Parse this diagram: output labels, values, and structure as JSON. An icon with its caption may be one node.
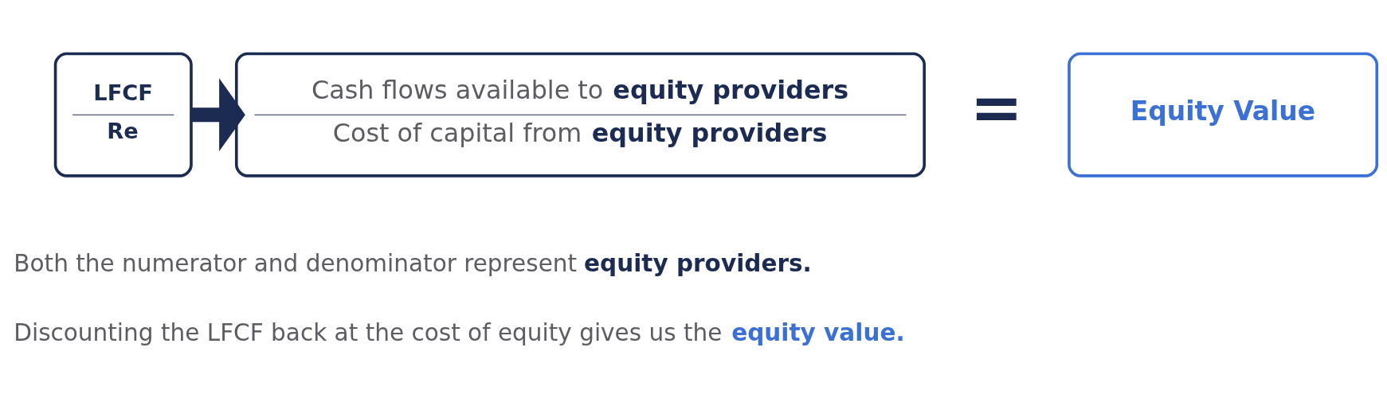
{
  "diagram": {
    "nodes": [
      {
        "text": [
          "LFCF",
          "Re"
        ]
      },
      {
        "text": [
          "Cash flows available to **equity providers**",
          "Cost of capital from **equity providers**"
        ]
      },
      {
        "text": [
          "Equity Value"
        ]
      }
    ],
    "edges": [
      {
        "from": 0,
        "to": 1,
        "arrow": "to"
      }
    ],
    "labels": [
      "=",
      "Both the numerator and denominator represent **equity providers.**",
      "Discounting the LFCF back at the cost of equity gives us the **equity value.**"
    ]
  }
}
